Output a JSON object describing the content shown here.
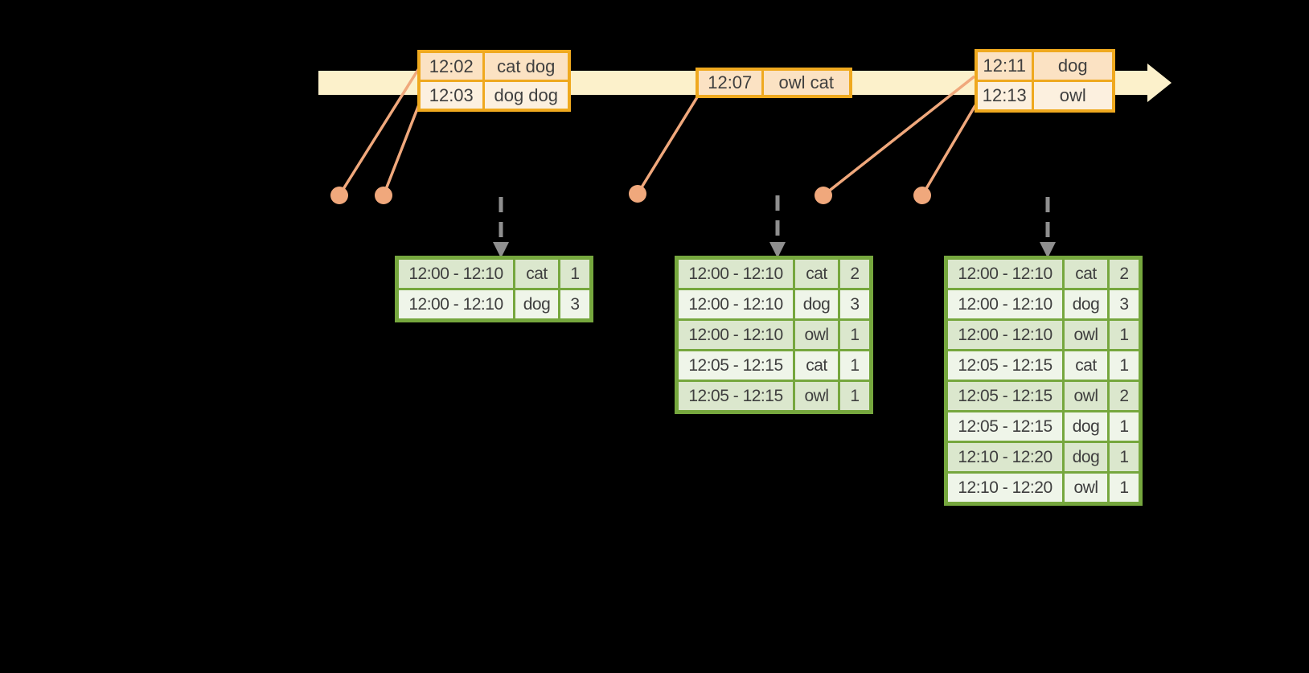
{
  "colors": {
    "background": "#000000",
    "timeline_band": "#fcf1cb",
    "event_table_border": "#efa91f",
    "event_row_dark": "#fbe2c3",
    "event_row_light": "#fcf0df",
    "event_marker": "#f0a87c",
    "result_table_border": "#76a73e",
    "result_row_dark": "#dbe7cd",
    "result_row_light": "#eff5e9",
    "dashed_arrow": "#8f8f8f",
    "table_text": "#3f3f3f"
  },
  "icons": {
    "timeline_arrow": "timeline-arrow-right",
    "event_marker": "event-dot",
    "result_pointer": "dashed-down-arrow"
  },
  "event_tables": [
    {
      "rows": [
        {
          "time": "12:02",
          "words": "cat dog"
        },
        {
          "time": "12:03",
          "words": "dog dog"
        }
      ]
    },
    {
      "rows": [
        {
          "time": "12:07",
          "words": "owl cat"
        }
      ]
    },
    {
      "rows": [
        {
          "time": "12:11",
          "words": "dog"
        },
        {
          "time": "12:13",
          "words": "owl"
        }
      ]
    }
  ],
  "result_tables": [
    {
      "rows": [
        {
          "window": "12:00 - 12:10",
          "word": "cat",
          "count": "1"
        },
        {
          "window": "12:00 - 12:10",
          "word": "dog",
          "count": "3"
        }
      ]
    },
    {
      "rows": [
        {
          "window": "12:00 - 12:10",
          "word": "cat",
          "count": "2"
        },
        {
          "window": "12:00 - 12:10",
          "word": "dog",
          "count": "3"
        },
        {
          "window": "12:00 - 12:10",
          "word": "owl",
          "count": "1"
        },
        {
          "window": "12:05 - 12:15",
          "word": "cat",
          "count": "1"
        },
        {
          "window": "12:05 - 12:15",
          "word": "owl",
          "count": "1"
        }
      ]
    },
    {
      "rows": [
        {
          "window": "12:00 - 12:10",
          "word": "cat",
          "count": "2"
        },
        {
          "window": "12:00 - 12:10",
          "word": "dog",
          "count": "3"
        },
        {
          "window": "12:00 - 12:10",
          "word": "owl",
          "count": "1"
        },
        {
          "window": "12:05 - 12:15",
          "word": "cat",
          "count": "1"
        },
        {
          "window": "12:05 - 12:15",
          "word": "owl",
          "count": "2"
        },
        {
          "window": "12:05 - 12:15",
          "word": "dog",
          "count": "1"
        },
        {
          "window": "12:10 - 12:20",
          "word": "dog",
          "count": "1"
        },
        {
          "window": "12:10 - 12:20",
          "word": "owl",
          "count": "1"
        }
      ]
    }
  ]
}
